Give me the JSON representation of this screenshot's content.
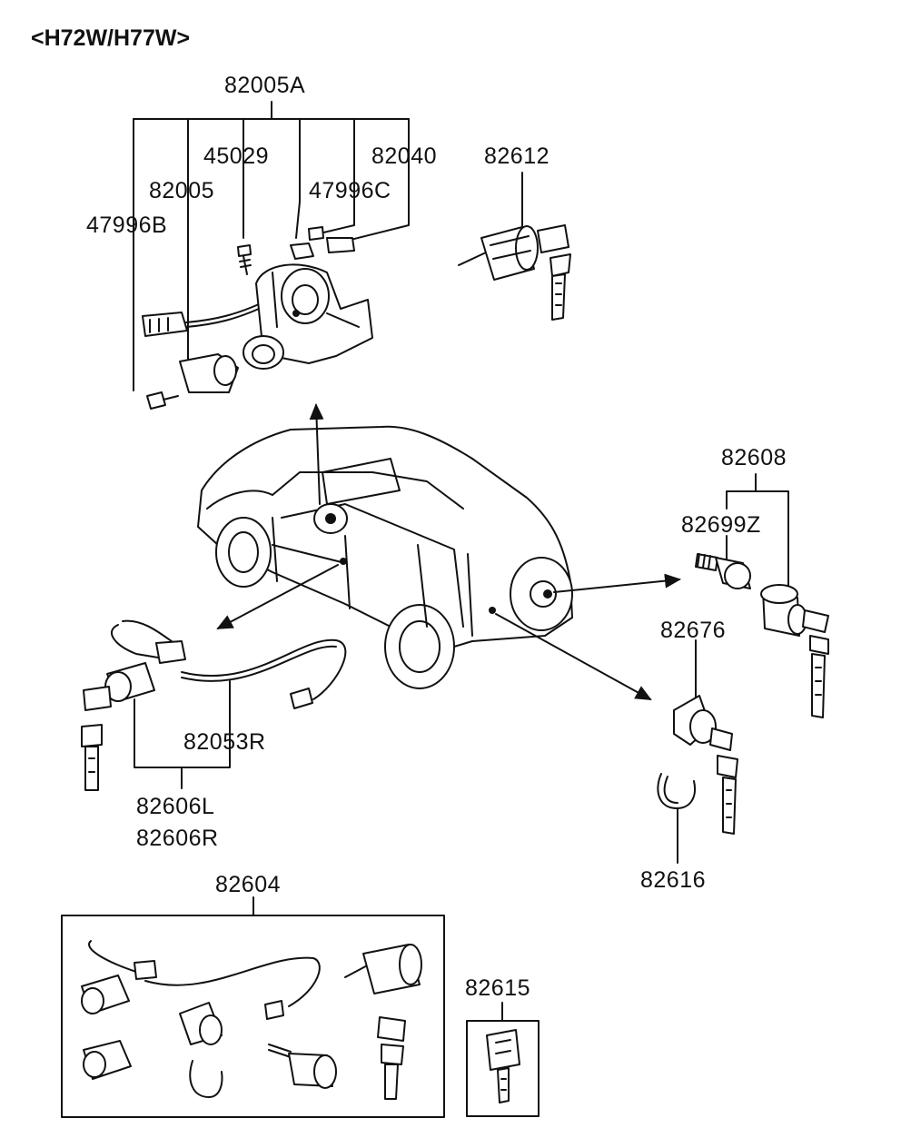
{
  "header": {
    "model_code": "<H72W/H77W>"
  },
  "labels": {
    "p82005A": "82005A",
    "p45029": "45029",
    "p82040": "82040",
    "p82612": "82612",
    "p82005": "82005",
    "p47996C": "47996C",
    "p47996B": "47996B",
    "p82608": "82608",
    "p82699Z": "82699Z",
    "p82676": "82676",
    "p82053R": "82053R",
    "p82606L": "82606L",
    "p82606R": "82606R",
    "p82616": "82616",
    "p82604": "82604",
    "p82615": "82615"
  }
}
